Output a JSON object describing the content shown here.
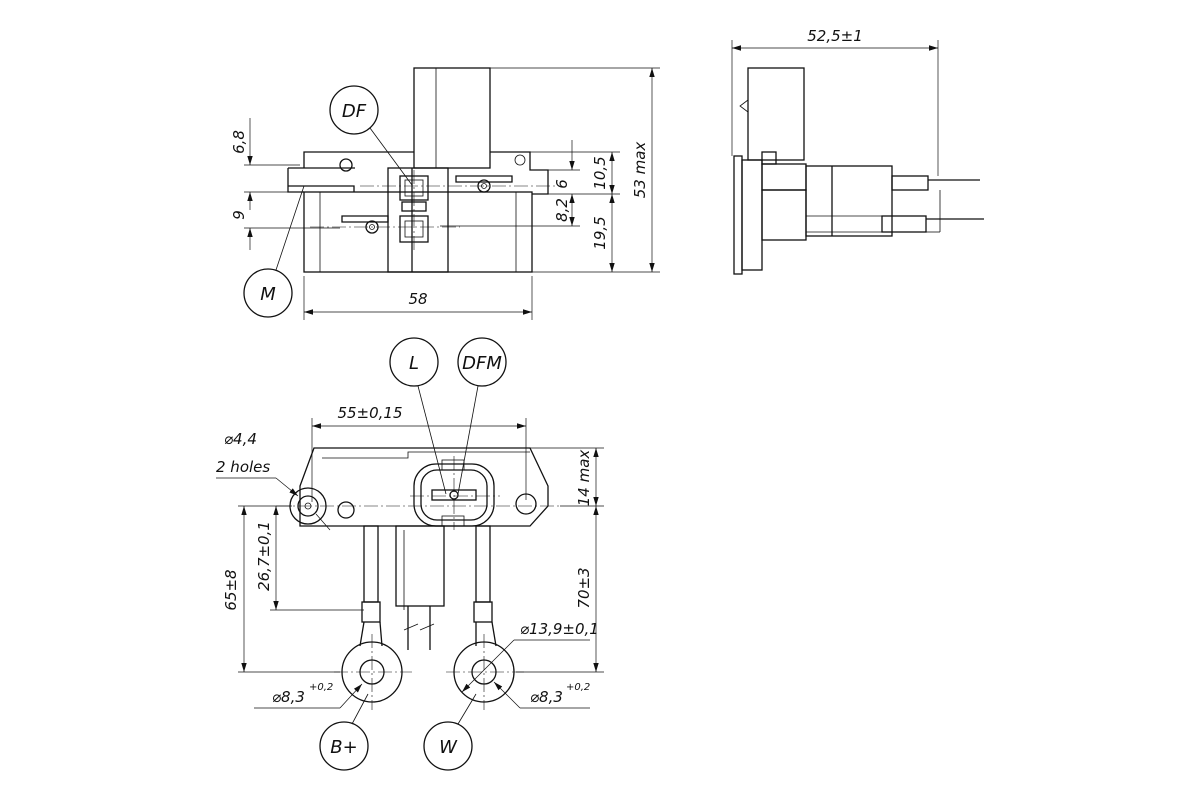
{
  "callouts": {
    "df": "DF",
    "m": "M",
    "l": "L",
    "dfm": "DFM",
    "b_plus": "B+",
    "w": "W"
  },
  "dimensions": {
    "d6_8": "6,8",
    "d9": "9",
    "d58": "58",
    "d10_5": "10,5",
    "d6": "6",
    "d8_2": "8,2",
    "d19_5": "19,5",
    "d53max": "53 max",
    "d52_5": "52,5±1",
    "d55": "55±0,15",
    "hole_dia": "⌀4,4",
    "holes_count": "2 holes",
    "d14max": "14 max",
    "d26_7": "26,7±0,1",
    "d65": "65±8",
    "d70": "70±3",
    "d13_9": "⌀13,9±0,1",
    "d8_3_left": "⌀8,3",
    "d8_3_right": "⌀8,3",
    "tol_left": "+0,2",
    "tol_right": "+0,2"
  }
}
